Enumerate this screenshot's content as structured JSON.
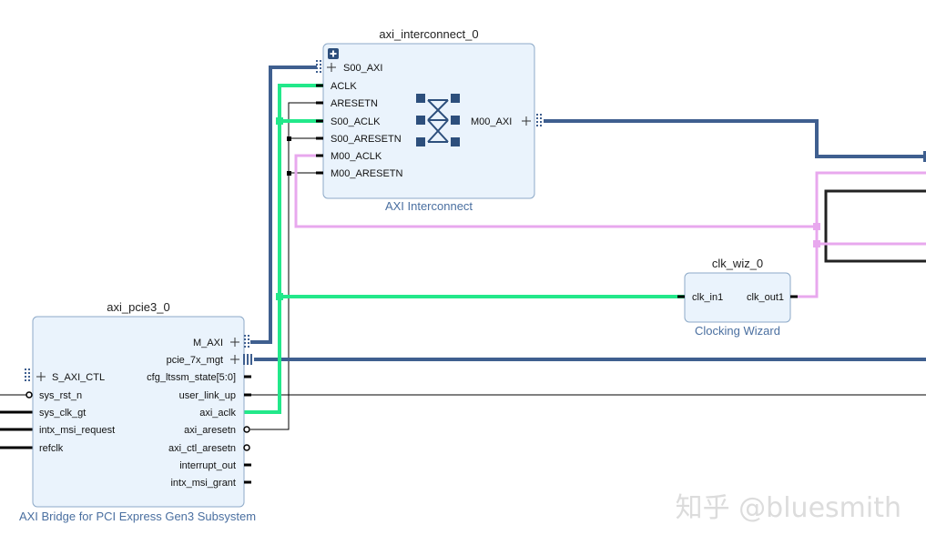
{
  "blocks": {
    "interconnect": {
      "title": "axi_interconnect_0",
      "subtitle": "AXI Interconnect",
      "expand_glyph": "+",
      "pins_left": [
        "S00_AXI",
        "ACLK",
        "ARESETN",
        "S00_ACLK",
        "S00_ARESETN",
        "M00_ACLK",
        "M00_ARESETN"
      ],
      "pins_right": [
        "M00_AXI"
      ]
    },
    "pcie": {
      "title": "axi_pcie3_0",
      "subtitle": "AXI Bridge for PCI Express Gen3 Subsystem",
      "pins_left": [
        "S_AXI_CTL",
        "sys_rst_n",
        "sys_clk_gt",
        "intx_msi_request",
        "refclk"
      ],
      "pins_right": [
        "M_AXI",
        "pcie_7x_mgt",
        "cfg_ltssm_state[5:0]",
        "user_link_up",
        "axi_aclk",
        "axi_aresetn",
        "axi_ctl_aresetn",
        "interrupt_out",
        "intx_msi_grant"
      ]
    },
    "clkwiz": {
      "title": "clk_wiz_0",
      "subtitle": "Clocking Wizard",
      "pins_left": [
        "clk_in1"
      ],
      "pins_right": [
        "clk_out1"
      ]
    }
  },
  "watermark": "知乎 @bluesmith",
  "colors": {
    "axi_bus": "#3f5f8f",
    "clock_net": "#22e88a",
    "clk_out_net": "#e8a8ee",
    "wire": "#000000",
    "block_fill": "#eaf3fc",
    "block_border": "#8eaac8",
    "subtitle": "#4a6fa0"
  },
  "icons": [
    "expand-plus-icon",
    "interconnect-crossbar-icon",
    "bus-interface-icon"
  ]
}
